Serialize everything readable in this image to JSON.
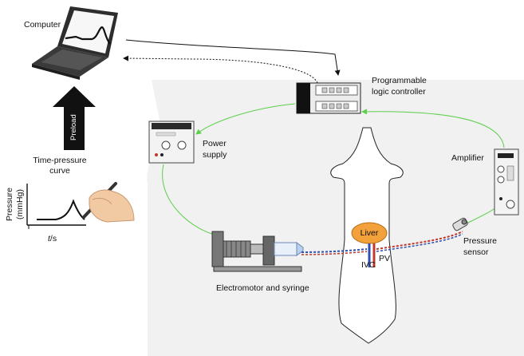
{
  "labels": {
    "computer": "Computer",
    "preload": "Preload",
    "curve_title_line1": "Time-pressure",
    "curve_title_line2": "curve",
    "y_axis_line1": "Pressure",
    "y_axis_line2": "(mmHg)",
    "x_axis_t": "t",
    "x_axis_unit": "/s",
    "plc_line1": "Programmable",
    "plc_line2": "logic controller",
    "power_line1": "Power",
    "power_line2": "supply",
    "amplifier": "Amplifier",
    "liver": "Liver",
    "ivc": "IVC",
    "pv": "PV",
    "pressure_line1": "Pressure",
    "pressure_line2": "sensor",
    "electromotor": "Electromotor and syringe"
  },
  "colors": {
    "link_green": "#5ccf4a",
    "liver_fill": "#f2a13b",
    "vessel_red": "#c0392b",
    "vessel_blue": "#2f4fb5"
  }
}
